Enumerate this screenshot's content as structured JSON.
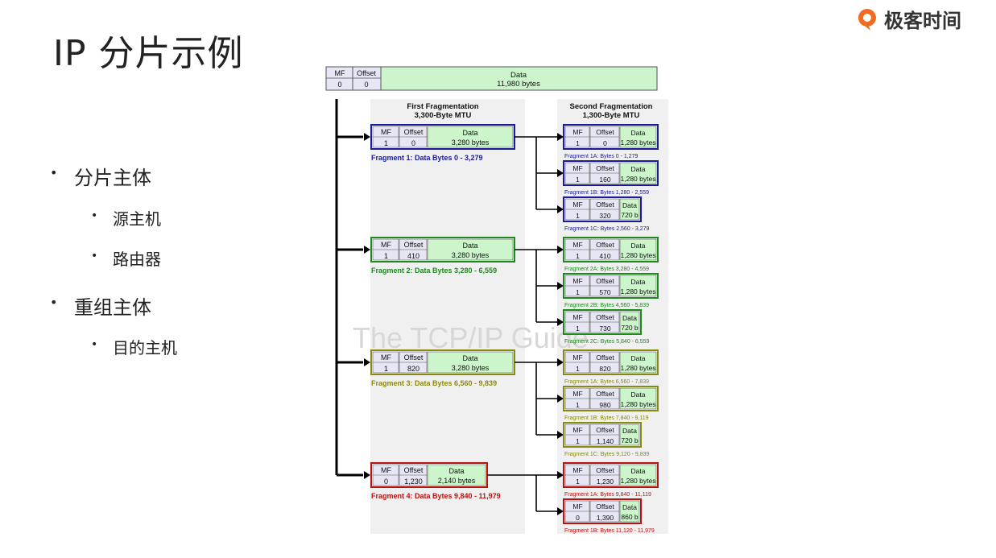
{
  "slide": {
    "title": "IP 分片示例",
    "logo_text": "极客时间",
    "bullets": [
      {
        "label": "分片主体",
        "sub": [
          "源主机",
          "路由器"
        ]
      },
      {
        "label": "重组主体",
        "sub": [
          "目的主机"
        ]
      }
    ]
  },
  "diagram": {
    "original": {
      "mf": "0",
      "offset": "0",
      "data_label": "Data",
      "data_value": "11,980 bytes"
    },
    "header_labels": {
      "mf": "MF",
      "offset": "Offset",
      "data": "Data"
    },
    "first_heading": [
      "First Fragmentation",
      "3,300-Byte MTU"
    ],
    "second_heading": [
      "Second Fragmentation",
      "1,300-Byte MTU"
    ],
    "watermark": "The TCP/IP Guide",
    "colors": {
      "blue": "#1a1a9a",
      "green": "#1e8a1e",
      "olive": "#8a8a10",
      "red": "#bb1111",
      "data_fill": "#ccf5cc",
      "field_fill": "#e6e6f5",
      "panel": "#f0f0f0"
    },
    "fragments": [
      {
        "color": "blue",
        "mf": "1",
        "offset": "0",
        "data": "3,280 bytes",
        "caption": "Fragment 1: Data Bytes 0 - 3,279",
        "subs": [
          {
            "mf": "1",
            "offset": "0",
            "data": "1,280 bytes",
            "caption": "Fragment 1A: Bytes 0 - 1,279"
          },
          {
            "mf": "1",
            "offset": "160",
            "data": "1,280 bytes",
            "caption": "Fragment 1B: Bytes 1,280 - 2,559"
          },
          {
            "mf": "1",
            "offset": "320",
            "data": "720 b",
            "caption": "Fragment 1C: Bytes 2,560 - 3,279"
          }
        ]
      },
      {
        "color": "green",
        "mf": "1",
        "offset": "410",
        "data": "3,280 bytes",
        "caption": "Fragment 2: Data Bytes 3,280 - 6,559",
        "subs": [
          {
            "mf": "1",
            "offset": "410",
            "data": "1,280 bytes",
            "caption": "Fragment 2A: Bytes 3,280 - 4,559"
          },
          {
            "mf": "1",
            "offset": "570",
            "data": "1,280 bytes",
            "caption": "Fragment 2B: Bytes 4,560 - 5,839"
          },
          {
            "mf": "1",
            "offset": "730",
            "data": "720 b",
            "caption": "Fragment 2C: Bytes 5,840 - 6,559"
          }
        ]
      },
      {
        "color": "olive",
        "mf": "1",
        "offset": "820",
        "data": "3,280 bytes",
        "caption": "Fragment 3: Data Bytes 6,560 - 9,839",
        "subs": [
          {
            "mf": "1",
            "offset": "820",
            "data": "1,280 bytes",
            "caption": "Fragment 1A: Bytes 6,560 - 7,839"
          },
          {
            "mf": "1",
            "offset": "980",
            "data": "1,280 bytes",
            "caption": "Fragment 1B: Bytes 7,840 - 9,119"
          },
          {
            "mf": "1",
            "offset": "1,140",
            "data": "720 b",
            "caption": "Fragment 1C: Bytes 9,120 - 9,839"
          }
        ]
      },
      {
        "color": "red",
        "mf": "0",
        "offset": "1,230",
        "data": "2,140 bytes",
        "caption": "Fragment 4: Data Bytes 9,840 - 11,979",
        "subs": [
          {
            "mf": "1",
            "offset": "1,230",
            "data": "1,280 bytes",
            "caption": "Fragment 1A: Bytes 9,840 - 11,119"
          },
          {
            "mf": "0",
            "offset": "1,390",
            "data": "860 b",
            "caption": "Fragment 1B: Bytes 11,120 - 11,979"
          }
        ]
      }
    ]
  }
}
